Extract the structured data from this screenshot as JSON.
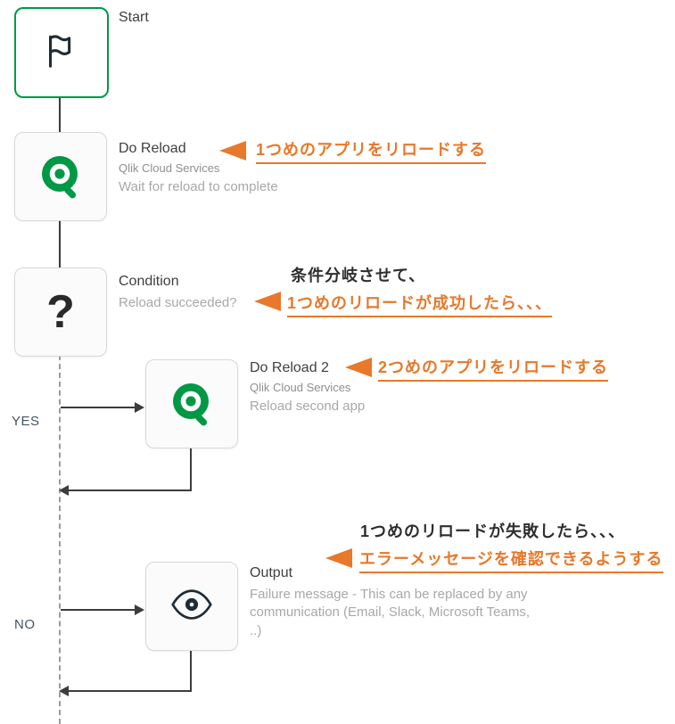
{
  "colors": {
    "qlik_green": "#009845",
    "annotation_orange": "#e8782a",
    "connector_dark": "#3c3c3c",
    "connector_dashed": "#9b9b9b"
  },
  "nodes": {
    "start": {
      "label": "Start"
    },
    "do_reload": {
      "title": "Do Reload",
      "subtitle": "Qlik Cloud Services",
      "description": "Wait for reload to complete"
    },
    "condition": {
      "title": "Condition",
      "description": "Reload succeeded?"
    },
    "do_reload_2": {
      "title": "Do Reload 2",
      "subtitle": "Qlik Cloud Services",
      "description": "Reload second app"
    },
    "output": {
      "title": "Output",
      "description": "Failure message - This can be replaced by any communication (Email, Slack, Microsoft Teams, ..)"
    }
  },
  "branch_labels": {
    "yes": "YES",
    "no": "NO"
  },
  "annotations": {
    "do_reload": "1つめのアプリをリロードする",
    "condition_intro": "条件分岐させて、",
    "condition_success": "1つめのリロードが成功したら、、、",
    "do_reload_2": "2つめのアプリをリロードする",
    "output_intro": "1つめのリロードが失敗したら、、、",
    "output_action": "エラーメッセージを確認できるようする"
  }
}
